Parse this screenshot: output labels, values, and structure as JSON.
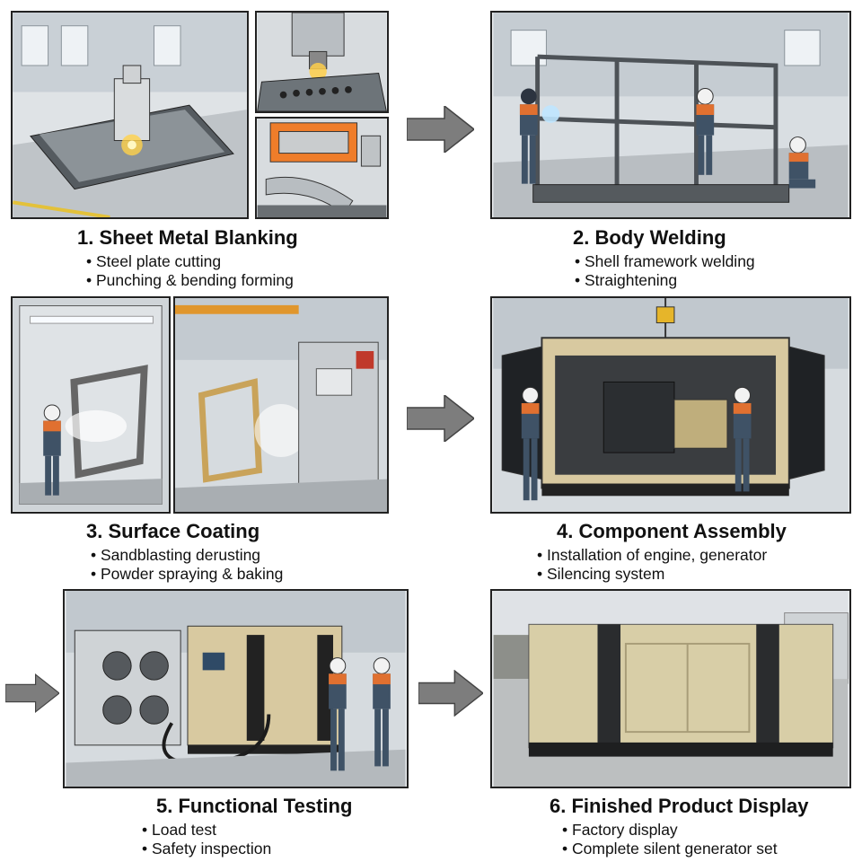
{
  "steps": [
    {
      "title": "1. Sheet Metal Blanking",
      "bullets": [
        "Steel plate cutting",
        "Punching & bending forming"
      ]
    },
    {
      "title": "2. Body Welding",
      "bullets": [
        "Shell framework welding",
        "Straightening"
      ]
    },
    {
      "title": "3. Surface Coating",
      "bullets": [
        "Sandblasting derusting",
        "Powder spraying & baking"
      ]
    },
    {
      "title": "4. Component Assembly",
      "bullets": [
        "Installation of engine, generator",
        "Silencing system"
      ]
    },
    {
      "title": "5. Functional Testing",
      "bullets": [
        "Load test",
        "Safety inspection"
      ]
    },
    {
      "title": "6. Finished Product Display",
      "bullets": [
        "Factory display",
        "Complete silent generator set"
      ]
    }
  ],
  "colors": {
    "arrow": "#7d7d7d",
    "panel_border": "#222222",
    "generator_body": "#d8c9a0",
    "worker_vest": "#e07030",
    "worker_suit": "#3f5266"
  }
}
